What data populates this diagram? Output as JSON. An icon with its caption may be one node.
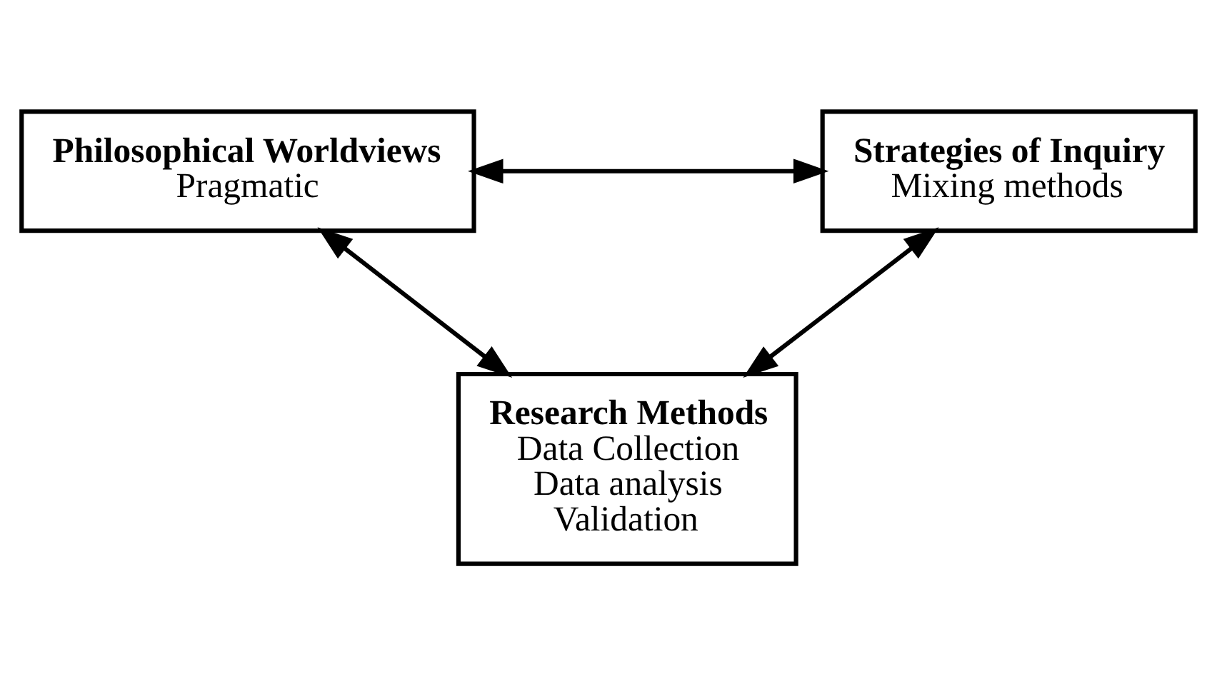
{
  "diagram": {
    "nodes": [
      {
        "text": [
          "Philosophical Worldviews",
          "Pragmatic"
        ]
      },
      {
        "text": [
          "Strategies of Inquiry",
          "Mixing methods"
        ]
      },
      {
        "text": [
          "Research Methods",
          "Data Collection",
          "Data analysis",
          "Validation"
        ]
      }
    ],
    "edges": [
      {
        "from": 0,
        "to": 1,
        "arrow": "both"
      },
      {
        "from": 0,
        "to": 2,
        "arrow": "both"
      },
      {
        "from": 1,
        "to": 2,
        "arrow": "both"
      }
    ]
  }
}
